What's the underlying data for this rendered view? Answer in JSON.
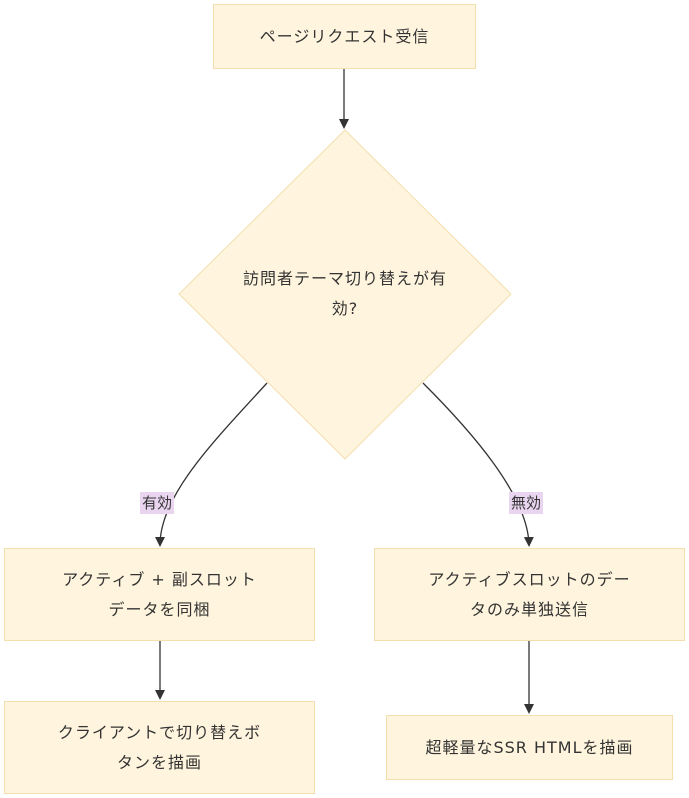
{
  "nodes": {
    "start": "ページリクエスト受信",
    "decision": "訪問者テーマ切り替えが有\n効?",
    "active_fetch": "アクティブ + 副スロット\nデータを同梱",
    "active_only": "アクティブスロットのデー\nタのみ単独送信",
    "render_toggle": "クライアントで切り替えボ\nタンを描画",
    "render_ssr": "超軽量なSSR HTMLを描画"
  },
  "edges": {
    "yes_label": "有効",
    "no_label": "無効"
  },
  "colors": {
    "node_fill": "#fff4dd",
    "node_border": "#f3dfae",
    "edge": "#333333",
    "edge_label_bg": "#ead5f0"
  }
}
